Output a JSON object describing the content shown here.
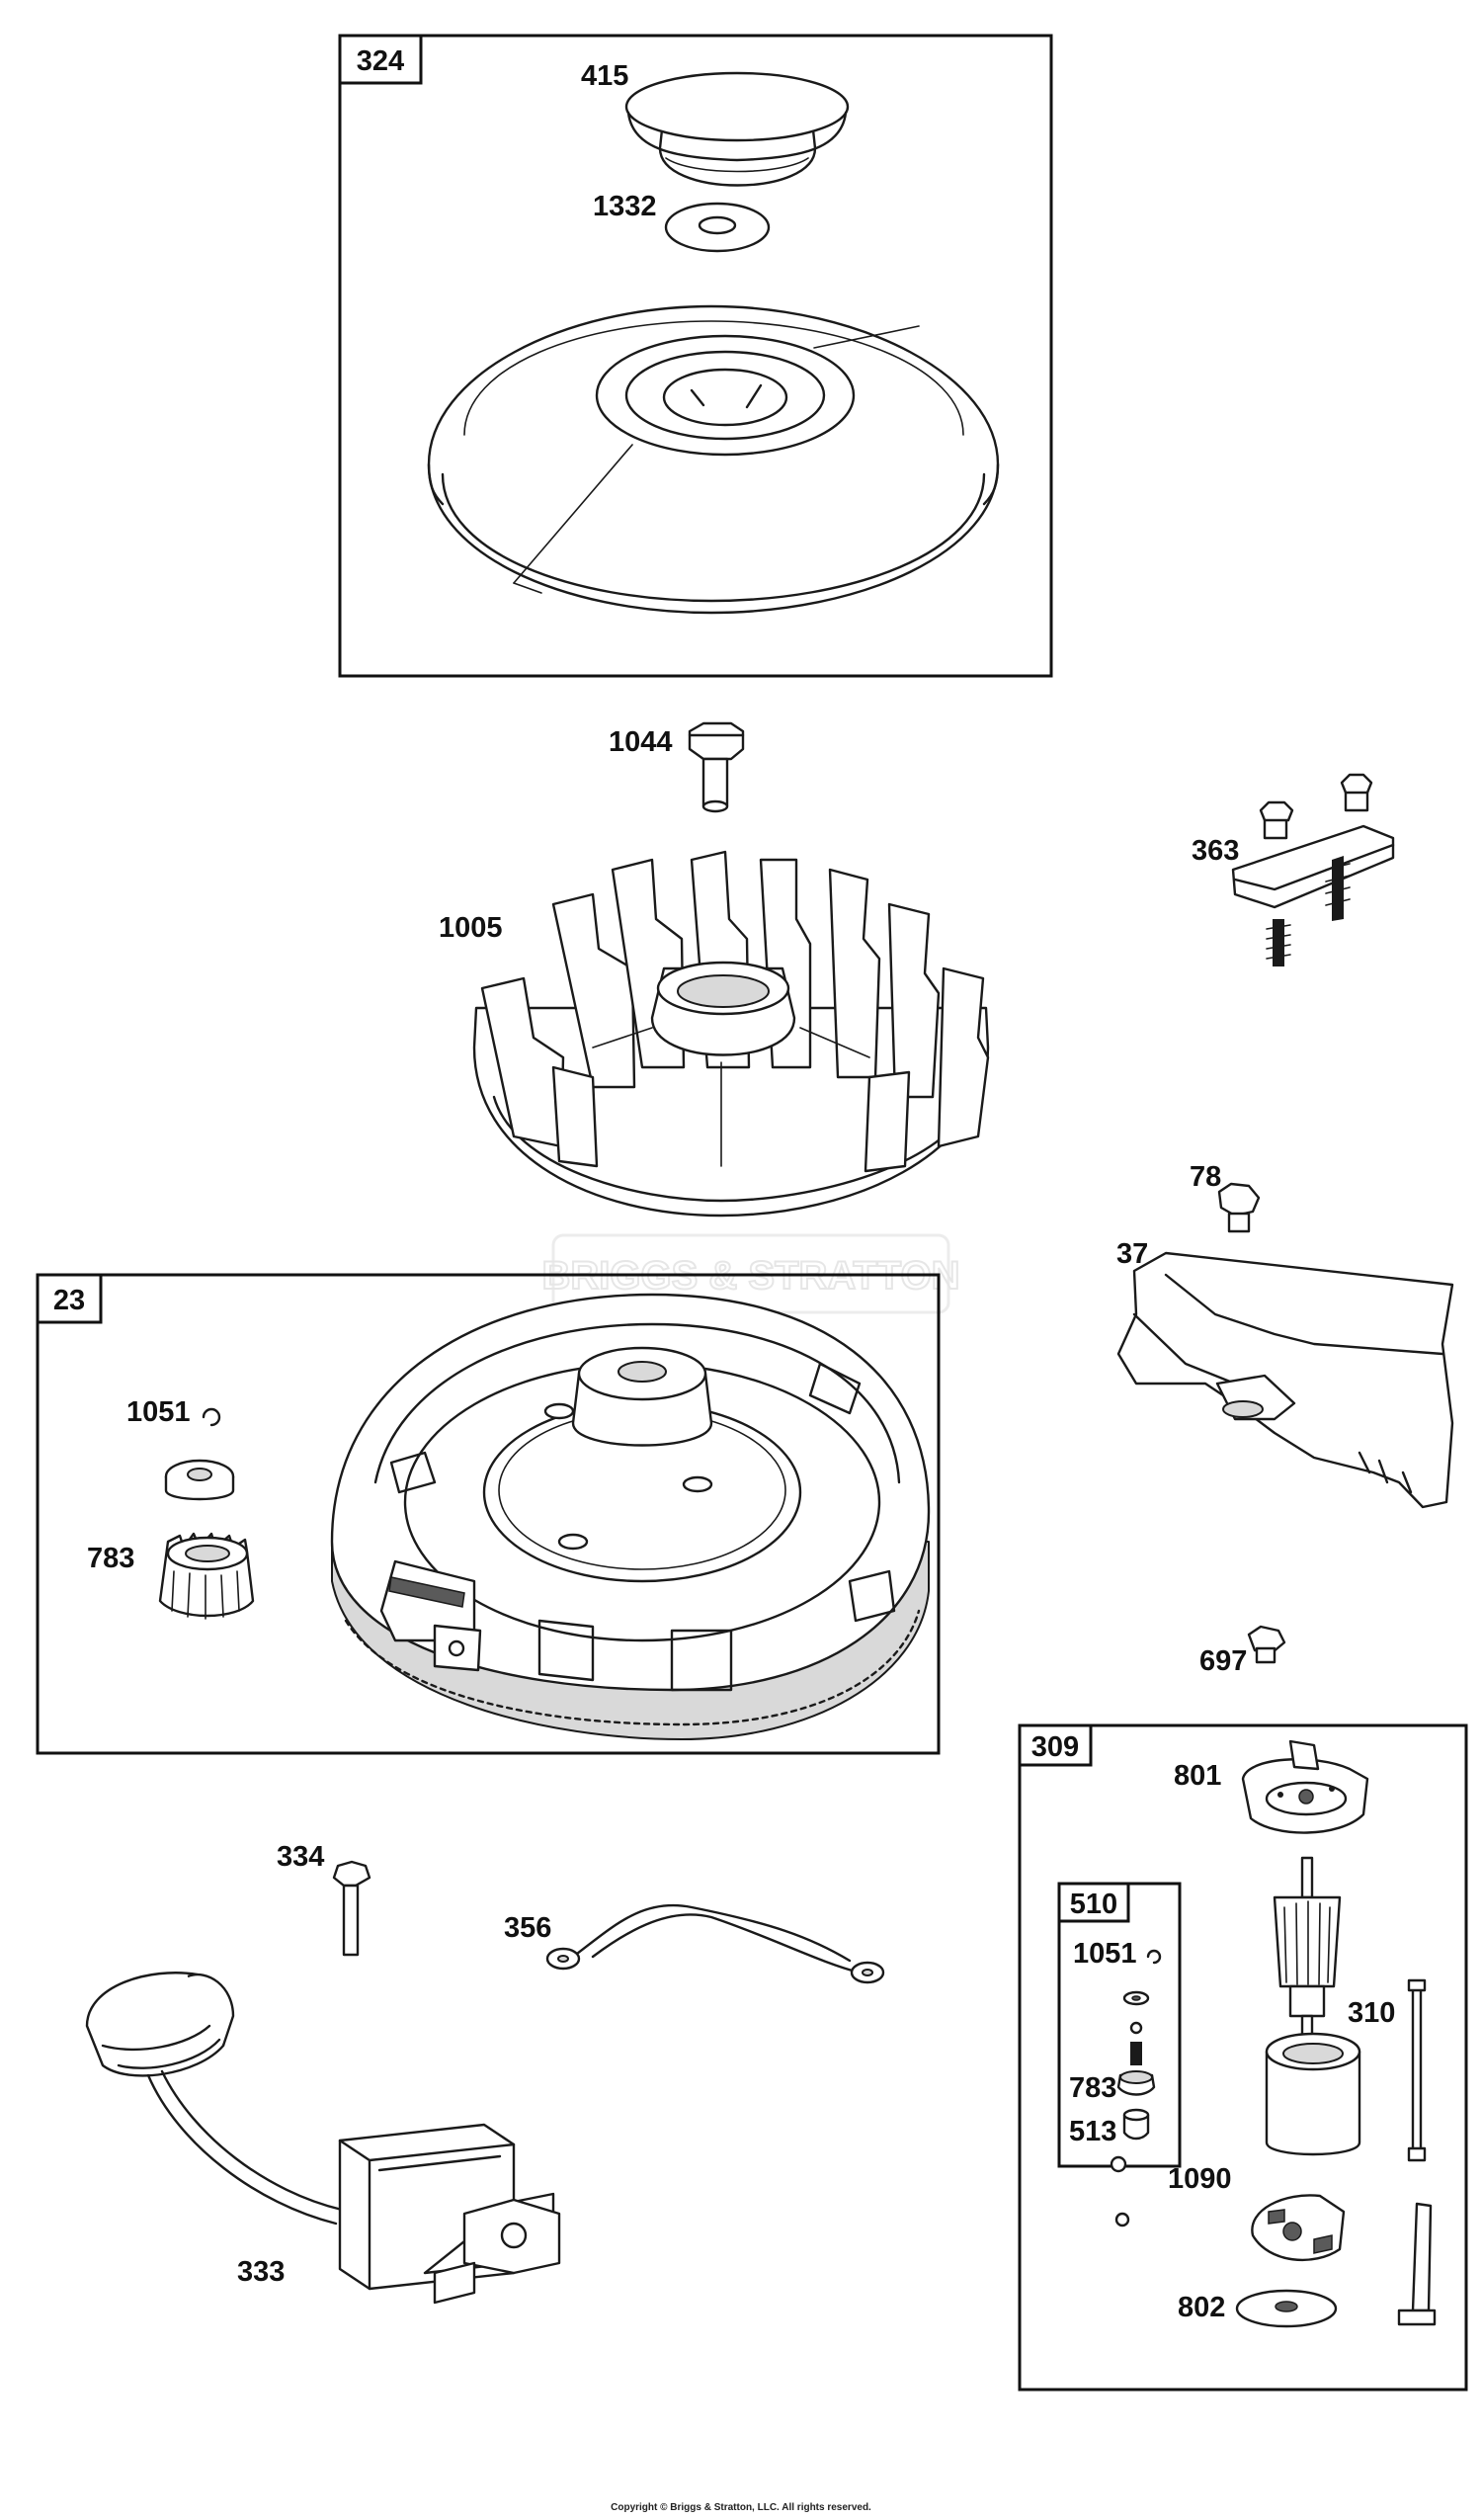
{
  "watermark": "BRIGGS & STRATTON",
  "copyright": "Copyright © Briggs & Stratton, LLC. All rights reserved.",
  "groups": {
    "g324": "324",
    "g23": "23",
    "g309": "309",
    "g510": "510"
  },
  "labels": {
    "p415": "415",
    "p1332": "1332",
    "p1044": "1044",
    "p1005": "1005",
    "p363": "363",
    "p78": "78",
    "p37": "37",
    "p1051a": "1051",
    "p783a": "783",
    "p697": "697",
    "p801": "801",
    "p1051b": "1051",
    "p783b": "783",
    "p513": "513",
    "p310": "310",
    "p1090": "1090",
    "p802": "802",
    "p334": "334",
    "p356": "356",
    "p333": "333"
  },
  "icons": [
    "cap-icon",
    "washer-icon",
    "screen-icon",
    "bolt-icon",
    "fan-icon",
    "brake-icon",
    "shroud-icon",
    "flywheel-icon",
    "pinion-gear-icon",
    "starter-motor-icon",
    "ignition-coil-icon",
    "ground-wire-icon"
  ]
}
